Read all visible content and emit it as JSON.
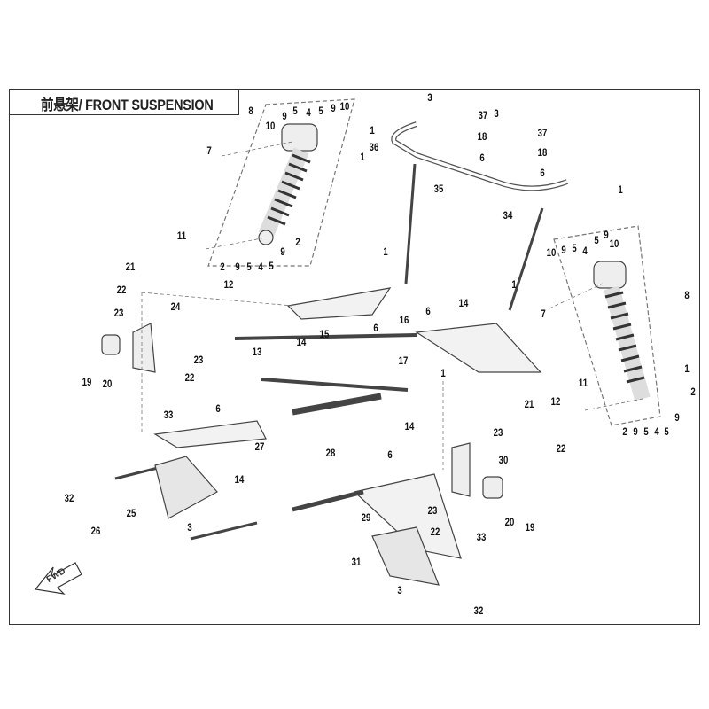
{
  "title": "前悬架/ FRONT SUSPENSION",
  "fwd_label": "FWD",
  "callouts": [
    "8",
    "10",
    "9",
    "5",
    "4",
    "5",
    "9",
    "10",
    "7",
    "1",
    "36",
    "1",
    "3",
    "37",
    "18",
    "6",
    "3",
    "37",
    "18",
    "6",
    "35",
    "1",
    "34",
    "11",
    "2",
    "2",
    "9",
    "5",
    "4",
    "5",
    "9",
    "10",
    "9",
    "5",
    "4",
    "5",
    "9",
    "10",
    "1",
    "21",
    "1",
    "12",
    "22",
    "6",
    "14",
    "7",
    "8",
    "23",
    "24",
    "15",
    "6",
    "16",
    "14",
    "13",
    "23",
    "17",
    "22",
    "1",
    "1",
    "19",
    "20",
    "11",
    "12",
    "21",
    "2",
    "6",
    "33",
    "14",
    "2",
    "9",
    "5",
    "4",
    "5",
    "9",
    "23",
    "27",
    "22",
    "28",
    "6",
    "30",
    "14",
    "32",
    "23",
    "29",
    "25",
    "3",
    "22",
    "20",
    "19",
    "33",
    "26",
    "31",
    "3",
    "32"
  ]
}
